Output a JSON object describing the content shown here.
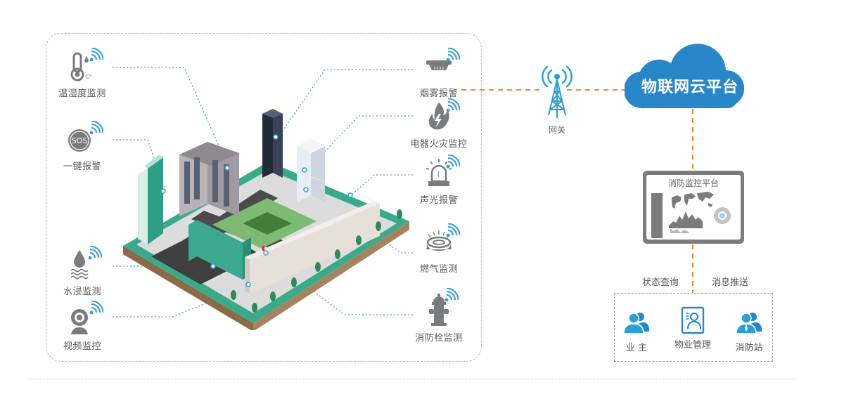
{
  "colors": {
    "accent_blue": "#2787c9",
    "wifi_blue": "#2a9ed6",
    "icon_gray": "#7a7b7d",
    "connector_orange": "#e58a2c",
    "leader_dotted": "#5a9fb8",
    "ground_green": "#3aab8a",
    "soil_brown": "#9d7b57"
  },
  "sensors_left": [
    {
      "label": "温湿度监测",
      "icon": "thermometer-icon",
      "unit_mark": "C°"
    },
    {
      "label": "一键报警",
      "icon": "sos-button-icon",
      "badge": "SOS"
    },
    {
      "label": "水浸监测",
      "icon": "water-immersion-icon"
    },
    {
      "label": "视频监控",
      "icon": "camera-icon"
    }
  ],
  "sensors_right": [
    {
      "label": "烟雾报警",
      "icon": "smoke-detector-icon"
    },
    {
      "label": "电器火灾监控",
      "icon": "electrical-fire-icon"
    },
    {
      "label": "声光报警",
      "icon": "siren-icon"
    },
    {
      "label": "燃气监测",
      "icon": "gas-detector-icon"
    },
    {
      "label": "消防栓监测",
      "icon": "fire-hydrant-icon"
    }
  ],
  "gateway": {
    "label": "网关",
    "icon": "antenna-tower-icon"
  },
  "cloud": {
    "label": "物联网云平台",
    "icon": "cloud-icon"
  },
  "monitor": {
    "title": "消防监控平台",
    "icon": "dashboard-screen-icon"
  },
  "flows": {
    "left": "状态查询",
    "right": "消息推送"
  },
  "users": [
    {
      "label": "业 主",
      "icon": "owner-users-icon"
    },
    {
      "label": "物业管理",
      "icon": "property-card-icon"
    },
    {
      "label": "消防站",
      "icon": "fire-station-users-icon"
    }
  ],
  "illustration": {
    "name": "campus-isometric-illustration"
  }
}
